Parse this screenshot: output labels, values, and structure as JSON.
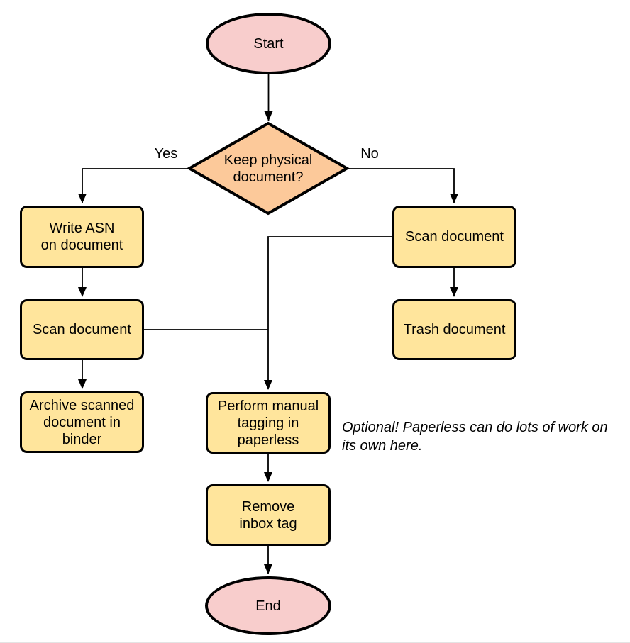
{
  "diagram": {
    "type": "flowchart",
    "colors": {
      "terminal-fill": "#f8cdcc",
      "decision-fill": "#fcc99a",
      "process-fill": "#ffe59c",
      "stroke": "#000000",
      "line": "#000000"
    },
    "nodes": {
      "start": {
        "type": "terminal",
        "label": "Start"
      },
      "decision": {
        "type": "decision",
        "label": "Keep physical\ndocument?"
      },
      "write_asn": {
        "type": "process",
        "label": "Write ASN\non document"
      },
      "scan_left": {
        "type": "process",
        "label": "Scan document"
      },
      "archive": {
        "type": "process",
        "label": "Archive scanned\ndocument in\nbinder"
      },
      "scan_right": {
        "type": "process",
        "label": "Scan document"
      },
      "trash": {
        "type": "process",
        "label": "Trash document"
      },
      "tagging": {
        "type": "process",
        "label": "Perform manual\ntagging in\npaperless"
      },
      "remove_inbox": {
        "type": "process",
        "label": "Remove\ninbox tag"
      },
      "end": {
        "type": "terminal",
        "label": "End"
      }
    },
    "edge_labels": {
      "yes": "Yes",
      "no": "No"
    },
    "annotation": "Optional! Paperless can do lots of work on\nits own here."
  }
}
